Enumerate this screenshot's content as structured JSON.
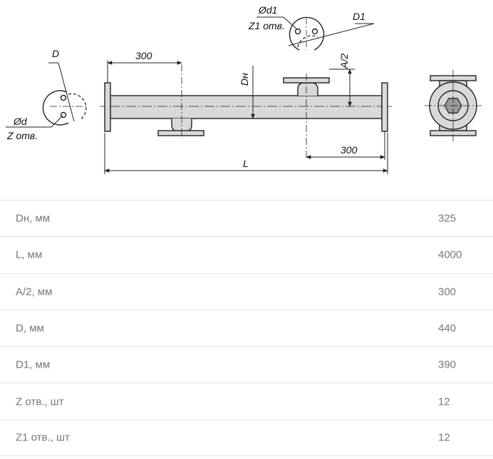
{
  "drawing": {
    "labels": {
      "d_left": "D",
      "od_left": "Ød",
      "z_holes": "Z отв.",
      "dim_300_top": "300",
      "dn": "Dн",
      "od1": "Ød1",
      "z1_holes": "Z1 отв.",
      "d1": "D1",
      "a_half": "A/2",
      "dim_300_bottom": "300",
      "length": "L"
    }
  },
  "specs": [
    {
      "label": "Dн, мм",
      "value": "325"
    },
    {
      "label": "L, мм",
      "value": "4000"
    },
    {
      "label": "A/2, мм",
      "value": "300"
    },
    {
      "label": "D, мм",
      "value": "440"
    },
    {
      "label": "D1, мм",
      "value": "390"
    },
    {
      "label": "Z отв., шт",
      "value": "12"
    },
    {
      "label": "Z1 отв., шт",
      "value": "12"
    }
  ],
  "colors": {
    "pipe_fill": "#d9d9d9",
    "line": "#222222",
    "label_text": "#777777",
    "row_border": "#e6e6e6"
  }
}
